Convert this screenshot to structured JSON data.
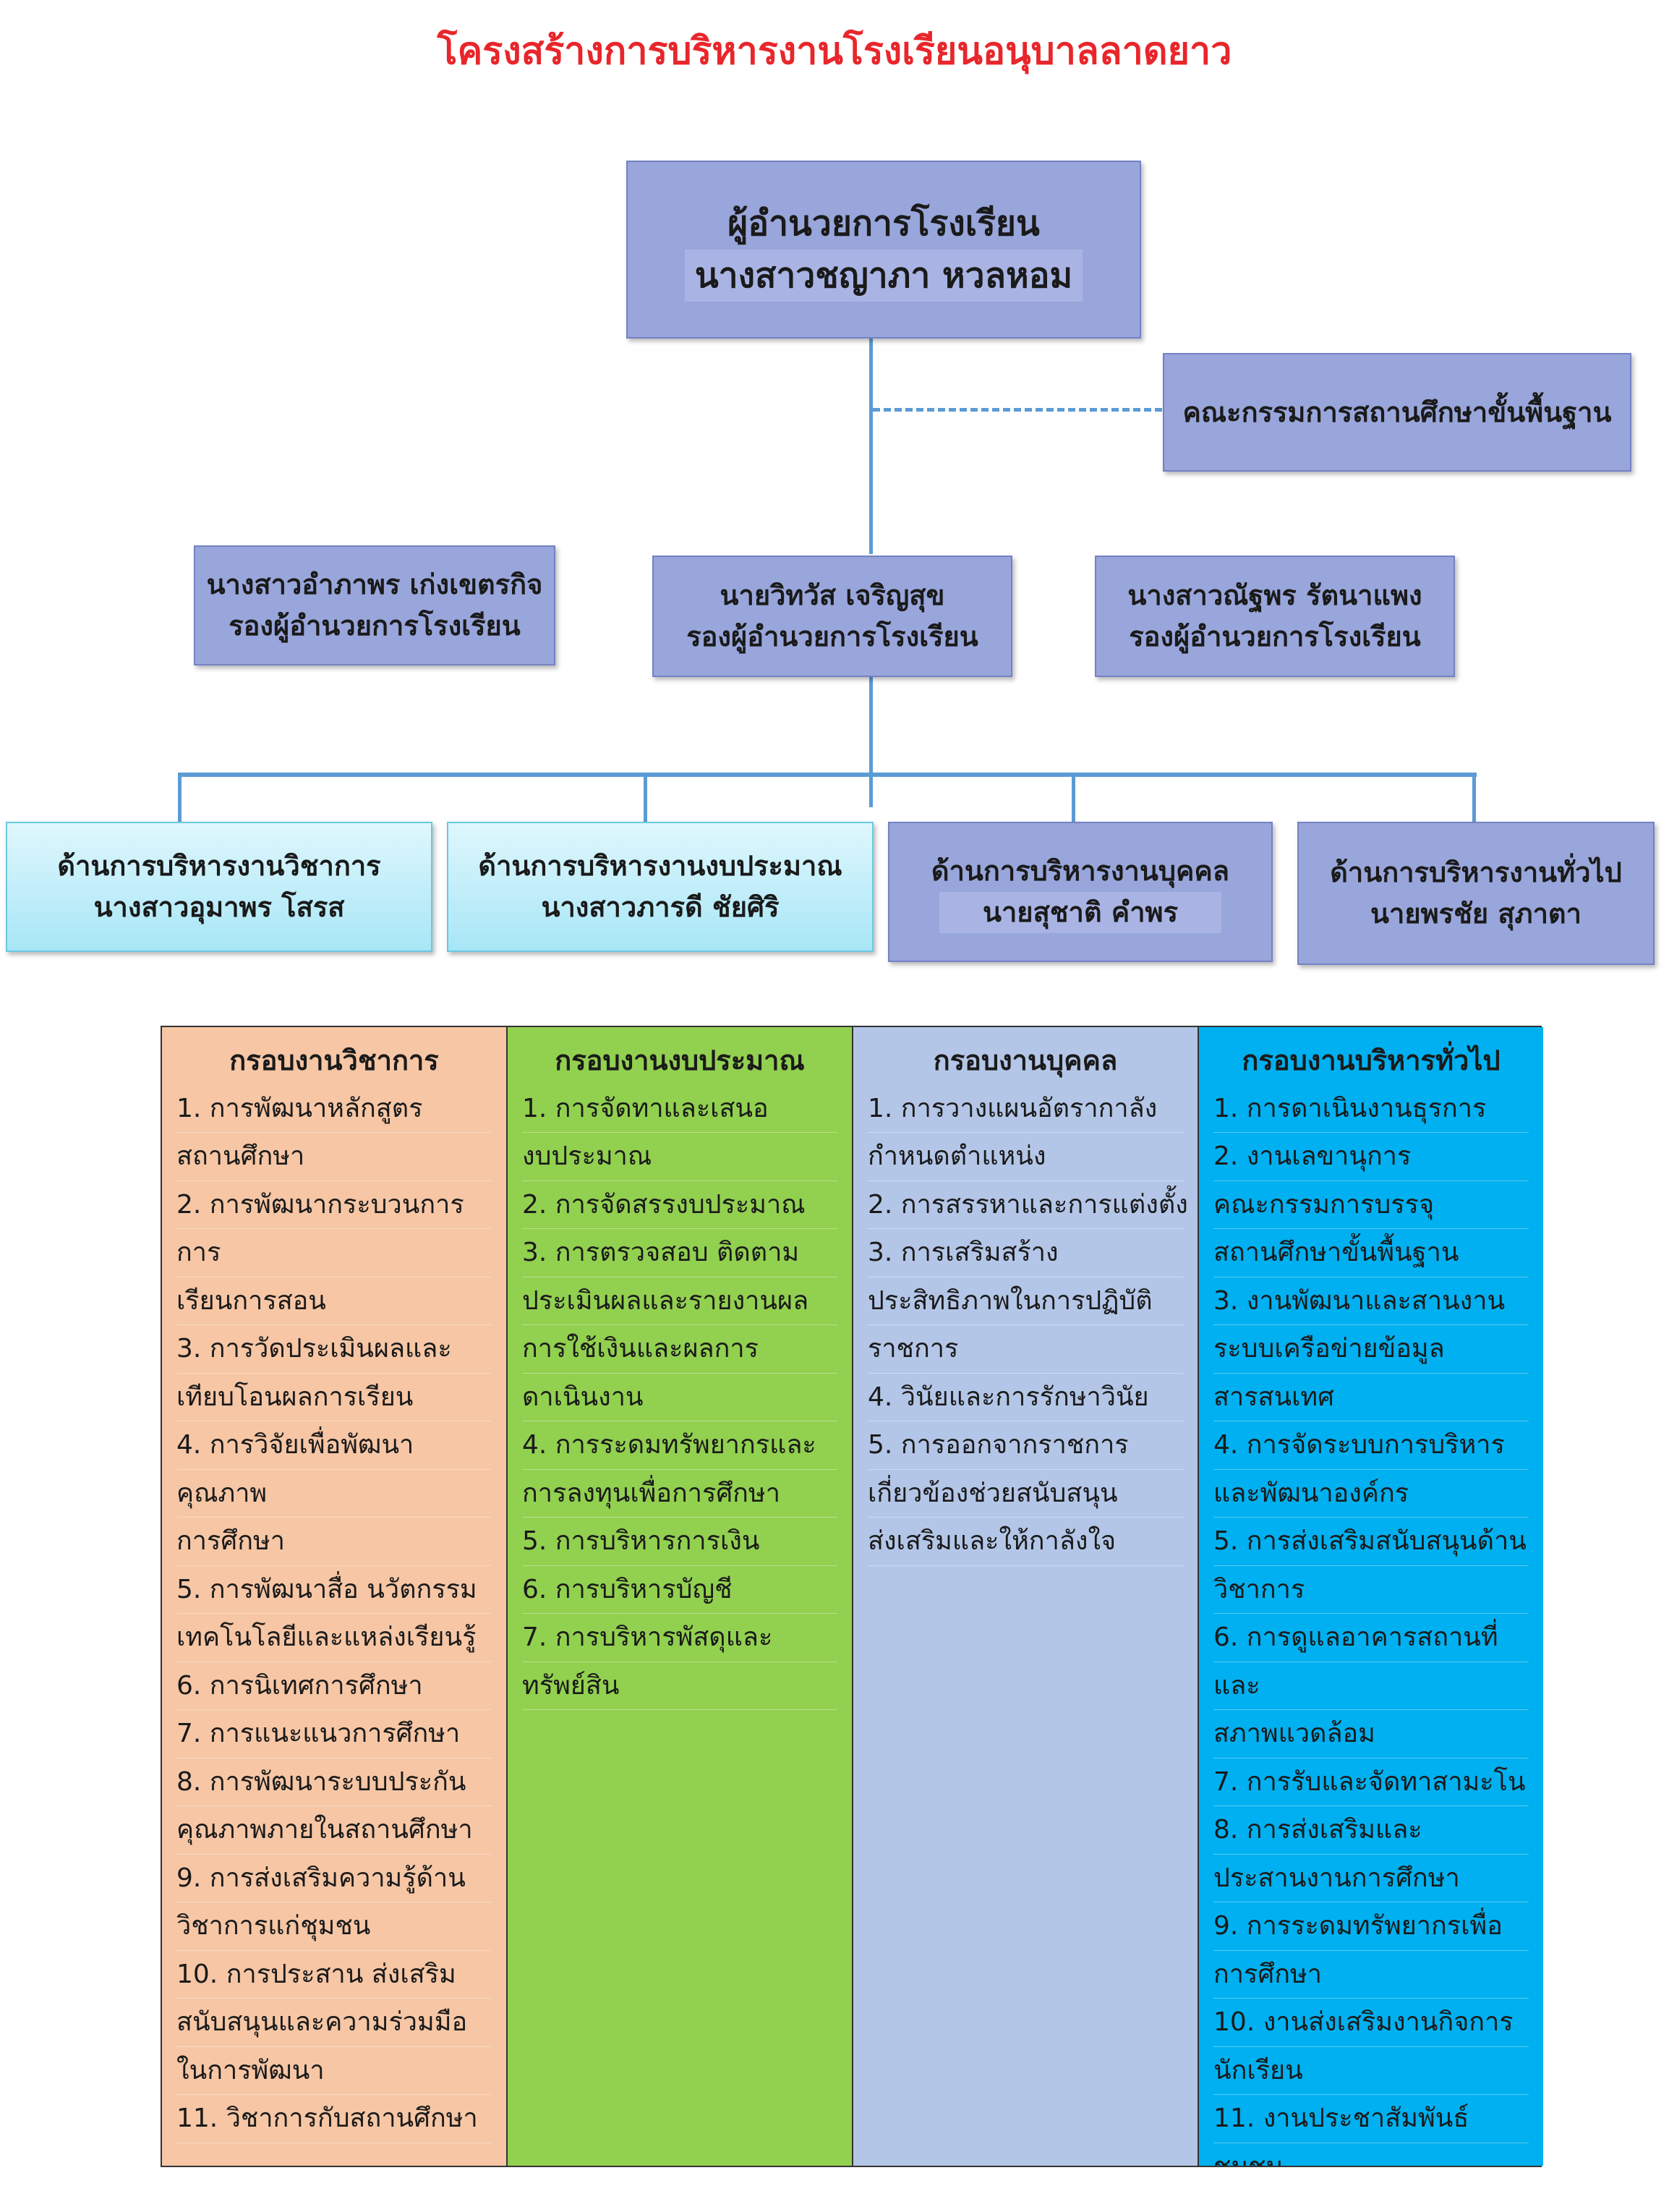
{
  "title": "โครงสร้างการบริหารงานโรงเรียนอนุบาลลาดยาว",
  "director": {
    "role": "ผู้อำนวยการโรงเรียน",
    "name": "นางสาวชญาภา    หวลหอม"
  },
  "committee": {
    "label": "คณะกรรมการสถานศึกษาขั้นพื้นฐาน"
  },
  "deputies": [
    {
      "name": "นางสาวอำภาพร  เก่งเขตรกิจ",
      "role": "รองผู้อำนวยการโรงเรียน"
    },
    {
      "name": "นายวิทวัส  เจริญสุข",
      "role": "รองผู้อำนวยการโรงเรียน"
    },
    {
      "name": "นางสาวณัฐพร  รัตนาแพง",
      "role": "รองผู้อำนวยการโรงเรียน"
    }
  ],
  "divisions": [
    {
      "title": "ด้านการบริหารงานวิชาการ",
      "head": "นางสาวอุมาพร  โสรส"
    },
    {
      "title": "ด้านการบริหารงานงบประมาณ",
      "head": "นางสาวภารดี  ชัยศิริ"
    },
    {
      "title": "ด้านการบริหารงานบุคคล",
      "head": "นายสุชาติ คำพร"
    },
    {
      "title": "ด้านการบริหารงานทั่วไป",
      "head": "นายพรชัย สุภาตา"
    }
  ],
  "frameworks": [
    {
      "header": "กรอบงานวิชาการ",
      "lines": [
        "1. การพัฒนาหลักสูตร",
        "สถานศึกษา",
        "2. การพัฒนากระบวนการ",
        "การ",
        "เรียนการสอน",
        "3. การวัดประเมินผลและ",
        "เทียบโอนผลการเรียน",
        "4. การวิจัยเพื่อพัฒนา",
        "คุณภาพ",
        "การศึกษา",
        "5. การพัฒนาสื่อ นวัตกรรม",
        "เทคโนโลยีและแหล่งเรียนรู้",
        "6. การนิเทศการศึกษา",
        "7. การแนะแนวการศึกษา",
        "8. การพัฒนาระบบประกัน",
        "คุณภาพภายในสถานศึกษา",
        "9. การส่งเสริมความรู้ด้าน",
        "วิชาการแก่ชุมชน",
        "10. การประสาน ส่งเสริม",
        "สนับสนุนและความร่วมมือ",
        "ในการพัฒนา",
        "11. วิชาการกับสถานศึกษา"
      ]
    },
    {
      "header": "กรอบงานงบประมาณ",
      "lines": [
        "1. การจัดทาและเสนอ",
        "งบประมาณ",
        "2. การจัดสรรงบประมาณ",
        "3. การตรวจสอบ ติดตาม",
        "ประเมินผลและรายงานผล",
        "การใช้เงินและผลการ",
        "ดาเนินงาน",
        "4. การระดมทรัพยากรและ",
        "การลงทุนเพื่อการศึกษา",
        "5. การบริหารการเงิน",
        "6. การบริหารบัญชี",
        "7. การบริหารพัสดุและ",
        "ทรัพย์สิน"
      ]
    },
    {
      "header": "กรอบงานบุคคล",
      "lines": [
        "1. การวางแผนอัตรากาลัง",
        "กำหนดตำแหน่ง",
        "2. การสรรหาและการแต่งตั้ง",
        "3. การเสริมสร้าง",
        "ประสิทธิภาพในการปฏิบัติ",
        "ราชการ",
        "4. วินัยและการรักษาวินัย",
        "5. การออกจากราชการ",
        "เกี่ยวข้องช่วยสนับสนุน",
        "ส่งเสริมและให้กาลังใจ"
      ]
    },
    {
      "header": "กรอบงานบริหารทั่วไป",
      "lines": [
        "1. การดาเนินงานธุรการ",
        "2. งานเลขานุการ",
        "คณะกรรมการบรรจุ",
        "สถานศึกษาขั้นพื้นฐาน",
        "3. งานพัฒนาและสานงาน",
        "ระบบเครือข่ายข้อมูล",
        "สารสนเทศ",
        "4. การจัดระบบการบริหาร",
        "และพัฒนาองค์กร",
        "5. การส่งเสริมสนับสนุนด้าน",
        "วิชาการ",
        "6. การดูแลอาคารสถานที่",
        "และ",
        "สภาพแวดล้อม",
        "7. การรับและจัดทาสามะโน",
        "8. การส่งเสริมและ",
        "ประสานงานการศึกษา",
        "9. การระดมทรัพยากรเพื่อ",
        "การศึกษา",
        "10. งานส่งเสริมงานกิจการ",
        "นักเรียน",
        "11. งานประชาสัมพันธ์",
        "ชุมชน"
      ]
    }
  ]
}
